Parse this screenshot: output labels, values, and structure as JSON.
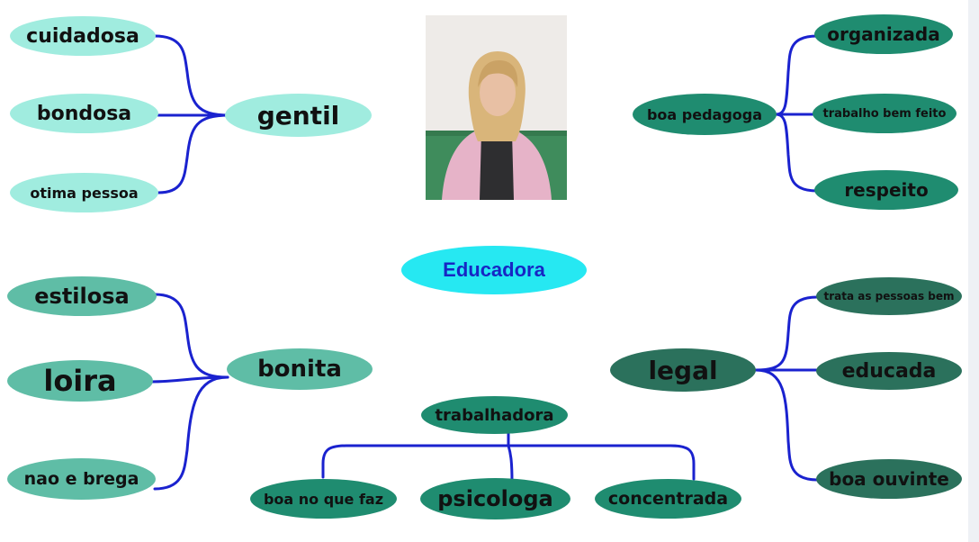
{
  "center": {
    "label": "Educadora",
    "color": "#26e8f2",
    "text_color": "#1726c4"
  },
  "link_color": "#1a22cf",
  "palette": {
    "light": "#a0ecdf",
    "mid": "#5fbda6",
    "teal": "#1f8c70",
    "dark": "#2b715c"
  },
  "groups": {
    "top_left": {
      "hub": "gentil",
      "leaves": [
        "cuidadosa",
        "bondosa",
        "otima pessoa"
      ]
    },
    "top_right": {
      "hub": "boa pedagoga",
      "leaves": [
        "organizada",
        "trabalho bem feito",
        "respeito"
      ]
    },
    "bottom_left": {
      "hub": "bonita",
      "leaves": [
        "estilosa",
        "loira",
        "nao e brega"
      ]
    },
    "bottom_right": {
      "hub": "legal",
      "leaves": [
        "trata as pessoas bem",
        "educada",
        "boa ouvinte"
      ]
    },
    "bottom_center": {
      "hub": "trabalhadora",
      "leaves": [
        "boa no que faz",
        "psicologa",
        "concentrada"
      ]
    }
  },
  "photo": {
    "icon": "person-photo"
  }
}
